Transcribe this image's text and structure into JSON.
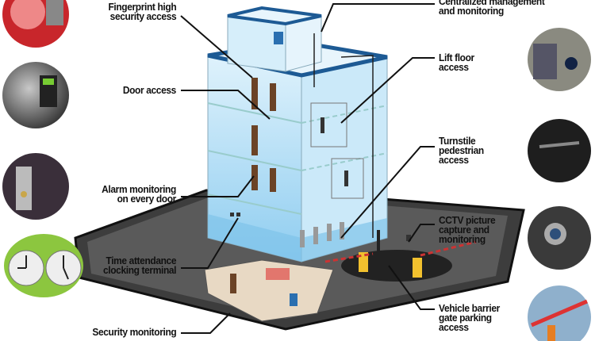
{
  "labels": {
    "fingerprint": [
      "Fingerprint high",
      "security access"
    ],
    "centralized": [
      "Centralized management",
      "and monitoring"
    ],
    "door_access": [
      "Door access"
    ],
    "lift": [
      "Lift floor",
      "access"
    ],
    "turnstile": [
      "Turnstile",
      "pedestrian",
      "access"
    ],
    "alarm": [
      "Alarm monitoring",
      "on every door"
    ],
    "cctv": [
      "CCTV picture",
      "capture and",
      "monitoring"
    ],
    "time_attendance": [
      "Time attendance",
      "clocking terminal"
    ],
    "vehicle": [
      "Vehicle barrier",
      "gate parking",
      "access"
    ],
    "security": [
      "Security monitoring"
    ]
  },
  "colors": {
    "glass": "#bfe3f7",
    "frame": "#1d5a94",
    "ground": "#3d3d3d",
    "door": "#6b4326",
    "barrier_yellow": "#f2c12e",
    "clock_green": "#8cc63f"
  }
}
